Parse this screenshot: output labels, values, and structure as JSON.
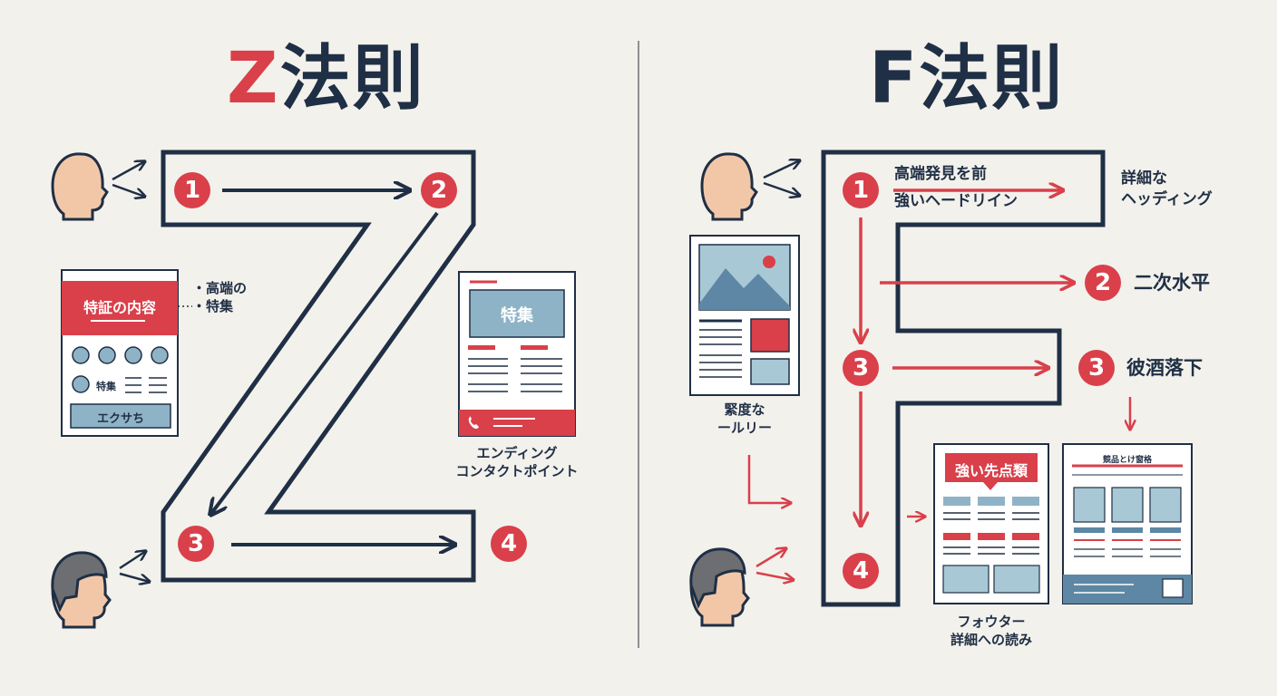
{
  "colors": {
    "accent_red": "#d9404a",
    "navy": "#1f2f45",
    "light_blue": "#8fb3c6",
    "background": "#f3f1ec"
  },
  "z_rule": {
    "title_letter": "Z",
    "title_rest": "法則",
    "steps": [
      "1",
      "2",
      "3",
      "4"
    ],
    "left_card": {
      "header": "特証の内容",
      "item_label": "特集",
      "button": "エクサち"
    },
    "left_note": [
      "・高端の",
      "・特集"
    ],
    "right_card": {
      "header": "特集"
    },
    "right_caption": [
      "エンディング",
      "コンタクトポイント"
    ]
  },
  "f_rule": {
    "title_letter": "F",
    "title_rest": "法則",
    "steps": [
      "1",
      "2",
      "3",
      "4"
    ],
    "top_text": [
      "高端発見を前",
      "強いヘードリイン"
    ],
    "top_right": [
      "詳細な",
      "ヘッディング"
    ],
    "step2_label": "二次水平",
    "step3_label": "彼酒落下",
    "left_caption": [
      "緊度な",
      "ールリー"
    ],
    "card1_header": "強い先点類",
    "card2_header": "競品とけ窗格",
    "bottom_caption": [
      "フォウター",
      "詳細への読み"
    ]
  }
}
